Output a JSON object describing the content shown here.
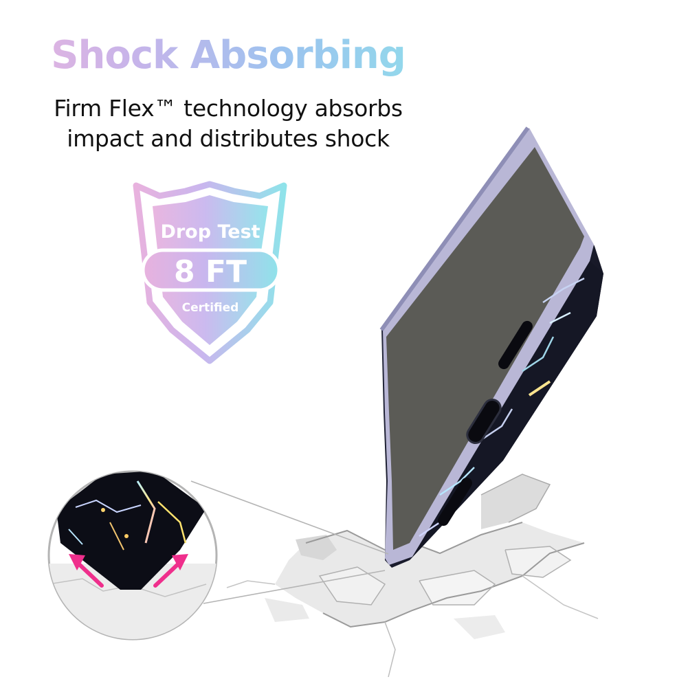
{
  "headline": "Shock Absorbing",
  "description": {
    "line1": "Firm Flex™ technology absorbs",
    "line2": "impact and distributes shock"
  },
  "badge": {
    "top": "Drop Test",
    "middle": "8 FT",
    "bottom": "Certified"
  },
  "colors": {
    "gradient": [
      "#e9b3de",
      "#c6b4ea",
      "#9cc3ef",
      "#8fe0ea"
    ],
    "case": "#1a1c2a",
    "arrows": "#ef2f8c",
    "screen": "#5b5b56"
  },
  "icons": [
    "shield-badge-icon",
    "phone-image",
    "ground-cracks-image",
    "zoom-inset-image",
    "impact-arrow-icon"
  ]
}
